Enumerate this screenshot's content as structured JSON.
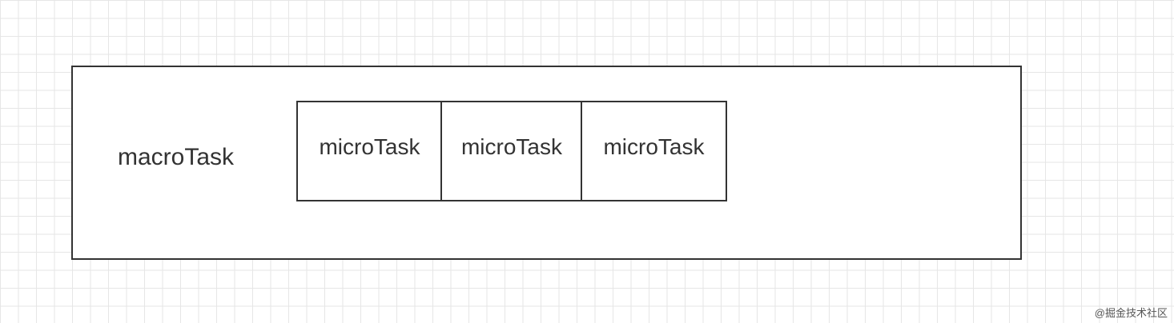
{
  "diagram": {
    "macro_label": "macroTask",
    "micro_tasks": [
      "microTask",
      "microTask",
      "microTask"
    ]
  },
  "watermark": "@掘金技术社区"
}
